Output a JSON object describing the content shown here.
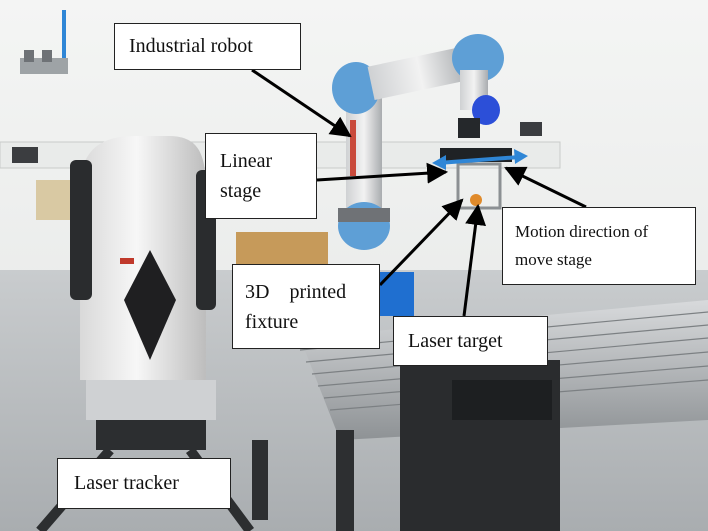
{
  "labels": {
    "industrial_robot": "Industrial robot",
    "linear_stage_line1": "Linear",
    "linear_stage_line2": "stage",
    "motion_line1": "Motion direction of",
    "motion_line2": "move stage",
    "fixture_line1": "3D    printed",
    "fixture_line2": "fixture",
    "laser_target": "Laser target",
    "laser_tracker": "Laser tracker"
  },
  "colors": {
    "robot_blue": "#5e9fd6",
    "robot_grey": "#6f7276",
    "motion_arrow": "#2f86d6",
    "fixture_blue": "#1f6fd0",
    "tracker_white": "#ececec",
    "wall": "#eef0ee",
    "floor": "#bfc3c6"
  },
  "icons": {
    "motion_arrow": "double-headed-arrow"
  }
}
